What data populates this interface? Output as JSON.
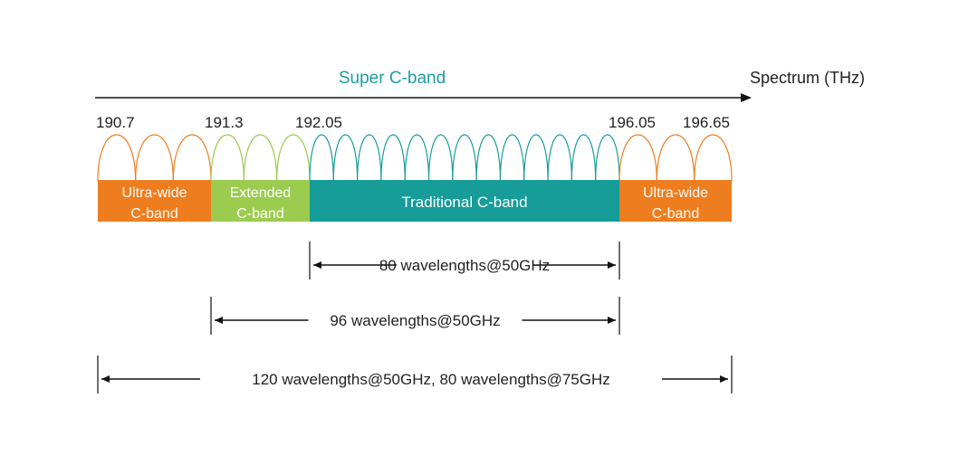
{
  "title": "Super C-band",
  "axis_label": "Spectrum (THz)",
  "ticks": [
    "190.7",
    "191.3",
    "192.05",
    "196.05",
    "196.65"
  ],
  "bands": [
    {
      "name": "Ultra-wide C-band",
      "line1": "Ultra-wide",
      "line2": "C-band",
      "color": "#ED7D1E",
      "from": 190.7,
      "to": 191.3,
      "arches": 3
    },
    {
      "name": "Extended C-band",
      "line1": "Extended",
      "line2": "C-band",
      "color": "#9BCB4F",
      "from": 191.3,
      "to": 192.05,
      "arches": 3
    },
    {
      "name": "Traditional C-band",
      "line1": "Traditional C-band",
      "line2": "",
      "color": "#169C99",
      "from": 192.05,
      "to": 196.05,
      "arches": 13
    },
    {
      "name": "Ultra-wide C-band",
      "line1": "Ultra-wide",
      "line2": "C-band",
      "color": "#ED7D1E",
      "from": 196.05,
      "to": 196.65,
      "arches": 3
    }
  ],
  "ranges": [
    {
      "label": "80 wavelengths@50GHz",
      "from": 192.05,
      "to": 196.05
    },
    {
      "label": "96 wavelengths@50GHz",
      "from": 191.3,
      "to": 196.05
    },
    {
      "label": "120 wavelengths@50GHz, 80 wavelengths@75GHz",
      "from": 190.7,
      "to": 196.65
    }
  ],
  "colors": {
    "title": "#1A9FA6",
    "text": "#222222",
    "arrow": "#000000"
  }
}
